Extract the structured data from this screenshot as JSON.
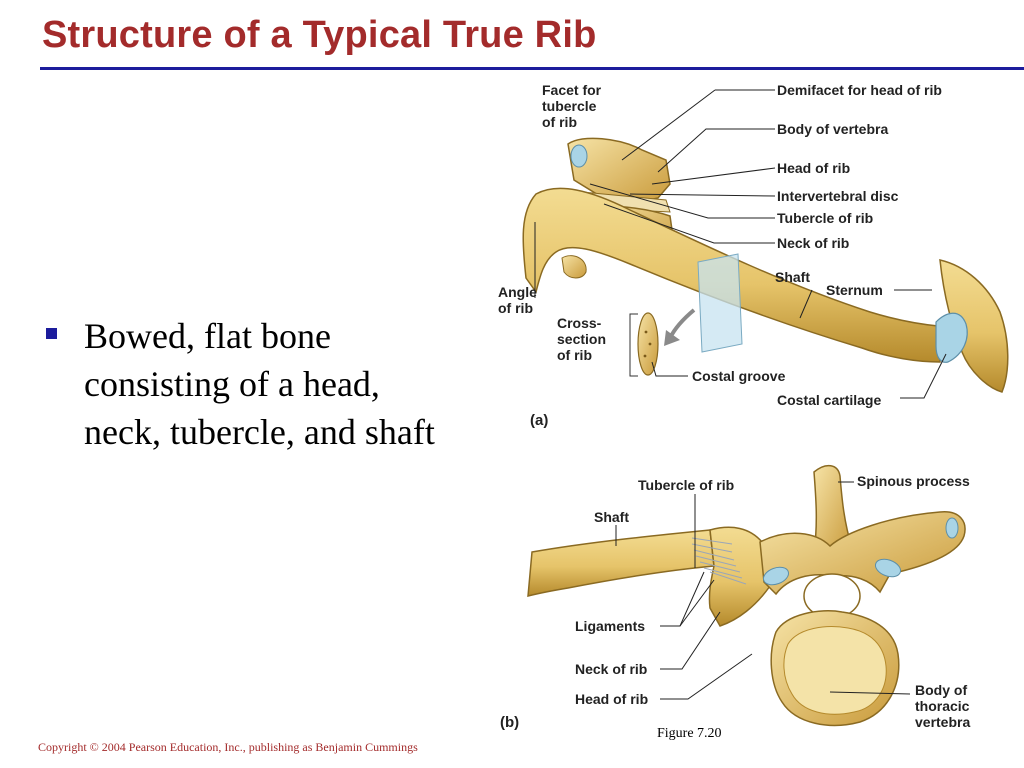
{
  "slide": {
    "title": "Structure of a Typical True Rib",
    "bullets": [
      "Bowed, flat bone consisting of a head, neck, tubercle, and shaft"
    ]
  },
  "figure": {
    "panel_a": {
      "tag": "(a)",
      "labels": {
        "facet": "Facet for\ntubercle\nof rib",
        "demifacet": "Demifacet for head of rib",
        "body_vertebra": "Body of vertebra",
        "head": "Head of rib",
        "disc": "Intervertebral disc",
        "tubercle": "Tubercle of rib",
        "neck": "Neck of rib",
        "angle": "Angle\nof rib",
        "shaft": "Shaft",
        "sternum": "Sternum",
        "cross_section": "Cross-\nsection\nof rib",
        "costal_groove": "Costal groove",
        "costal_cartilage": "Costal cartilage"
      }
    },
    "panel_b": {
      "tag": "(b)",
      "labels": {
        "tubercle": "Tubercle of rib",
        "spinous": "Spinous process",
        "shaft": "Shaft",
        "ligaments": "Ligaments",
        "neck": "Neck of rib",
        "head": "Head of rib",
        "body_thoracic": "Body of\nthoracic\nvertebra"
      }
    },
    "caption": "Figure 7.20"
  },
  "footer": {
    "copyright": "Copyright © 2004 Pearson Education, Inc., publishing as Benjamin Cummings"
  },
  "colors": {
    "title": "#a32b2b",
    "rule": "#1c1c9c",
    "bone": "#e6c46a",
    "bone_shadow": "#b58a2c",
    "cartilage": "#a9d4e6",
    "copyright": "#a32b2b"
  }
}
